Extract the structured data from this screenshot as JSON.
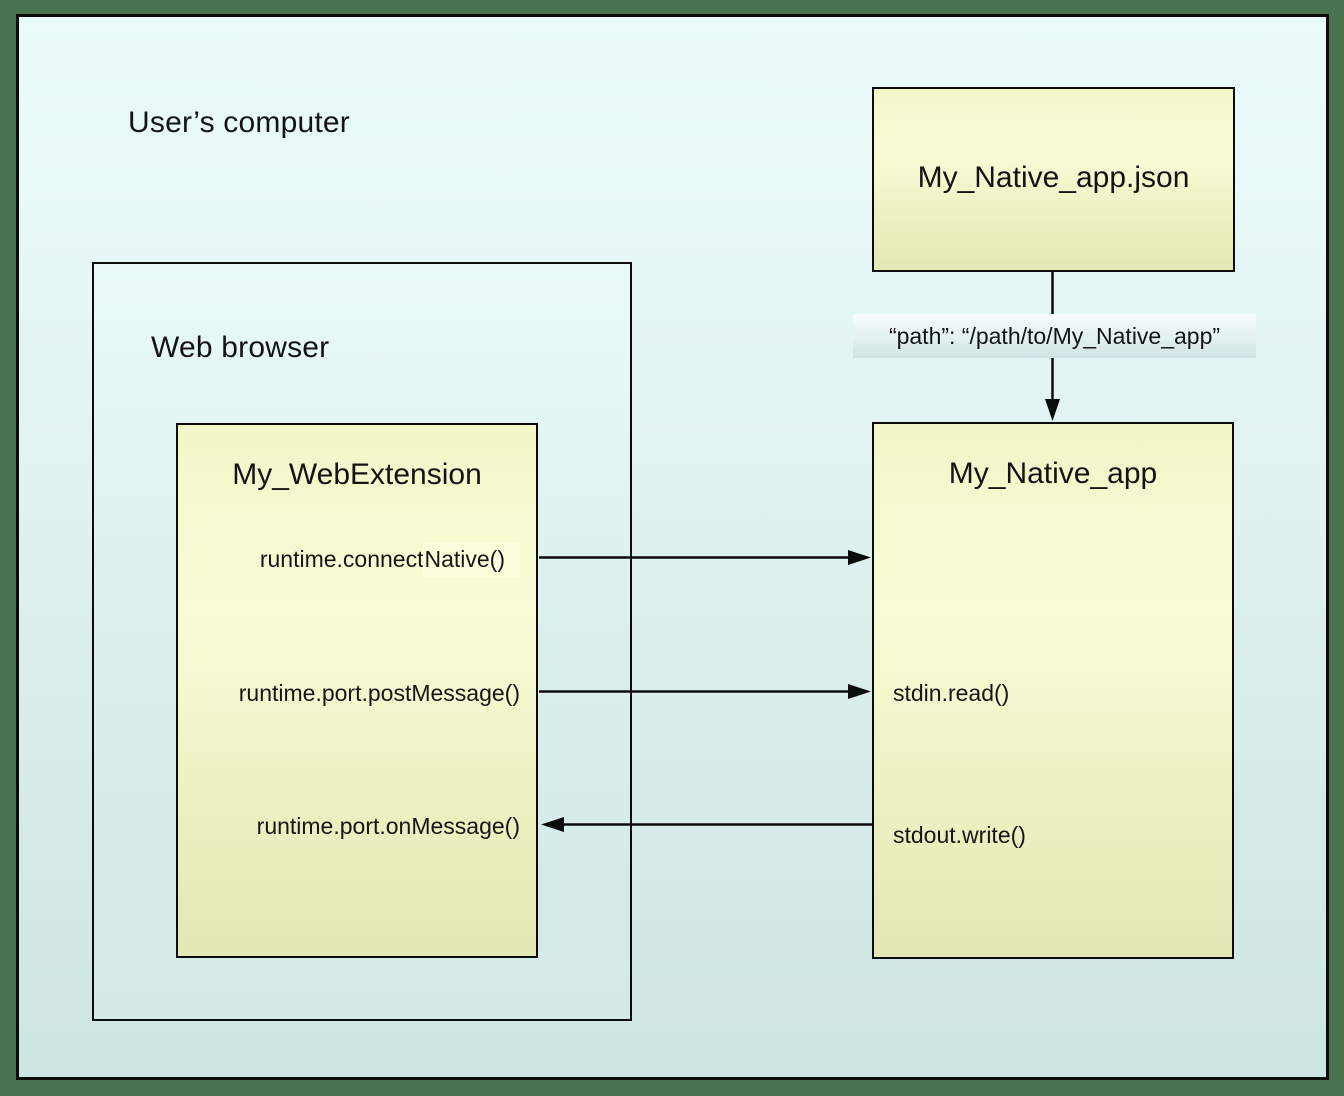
{
  "outer": {
    "label": "User’s computer"
  },
  "browser": {
    "label": "Web browser"
  },
  "webextension": {
    "title": "My_WebExtension",
    "methods": {
      "connect_prefix": "runtime.connect",
      "connect_highlight": "Native()",
      "post_message": "runtime.port.postMessage()",
      "on_message": "runtime.port.onMessage()"
    }
  },
  "manifest": {
    "title": "My_Native_app.json"
  },
  "path_label": {
    "text": "“path”: “/path/to/My_Native_app”"
  },
  "native_app": {
    "title": "My_Native_app",
    "methods": {
      "stdin": "stdin.read()",
      "stdout": "stdout.write()"
    }
  },
  "connections": [
    {
      "from": "runtime.connectNative()",
      "to": "My_Native_app",
      "direction": "right"
    },
    {
      "from": "runtime.port.postMessage()",
      "to": "stdin.read()",
      "direction": "right"
    },
    {
      "from": "stdout.write()",
      "to": "runtime.port.onMessage()",
      "direction": "left"
    },
    {
      "from": "My_Native_app.json",
      "to": "My_Native_app",
      "via": "“path”: “/path/to/My_Native_app”",
      "direction": "down"
    }
  ],
  "colors": {
    "margin_green": "#4a7350",
    "frame_bg_top": "#ebfbfb",
    "frame_bg_bottom": "#cde5e2",
    "box_yellow_top": "#f3f6c8",
    "box_yellow_bottom": "#e3e7b4",
    "highlight_yellow": "#fdffdd",
    "border_black": "#0c0c0c"
  }
}
